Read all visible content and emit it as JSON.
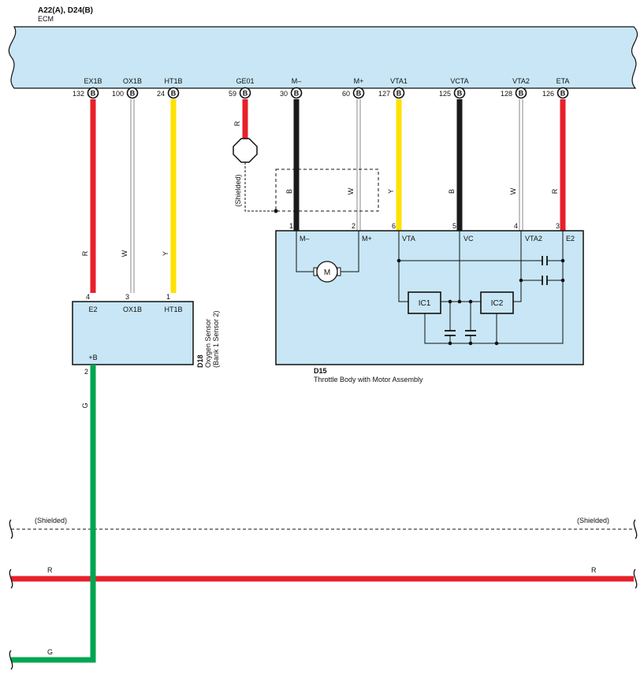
{
  "header": {
    "connector_ids": "A22(A), D24(B)",
    "ecm_label": "ECM"
  },
  "ecm_pins": [
    {
      "name": "EX1B",
      "num": "132",
      "conn": "B"
    },
    {
      "name": "OX1B",
      "num": "100",
      "conn": "B"
    },
    {
      "name": "HT1B",
      "num": "24",
      "conn": "B"
    },
    {
      "name": "GE01",
      "num": "59",
      "conn": "B"
    },
    {
      "name": "M–",
      "num": "30",
      "conn": "B"
    },
    {
      "name": "M+",
      "num": "60",
      "conn": "B"
    },
    {
      "name": "VTA1",
      "num": "127",
      "conn": "B"
    },
    {
      "name": "VCTA",
      "num": "125",
      "conn": "B"
    },
    {
      "name": "VTA2",
      "num": "128",
      "conn": "B"
    },
    {
      "name": "ETA",
      "num": "126",
      "conn": "B"
    }
  ],
  "wire_colors": {
    "ex1b": "R",
    "ox1b": "W",
    "ht1b": "Y",
    "ge01": "R",
    "m_minus": "B",
    "m_plus": "W",
    "vta1": "Y",
    "vcta": "B",
    "vta2": "W",
    "eta": "R",
    "sensor_b": "G"
  },
  "colors": {
    "red": "#e8202a",
    "yellow": "#ffe100",
    "black": "#1a1a1a",
    "green": "#00a651",
    "white_wire": "#999999",
    "component_fill": "#c8e6f5"
  },
  "shield_label": "(Shielded)",
  "throttle": {
    "id": "D15",
    "name": "Throttle Body with Motor Assembly",
    "pin_nums": [
      "1",
      "2",
      "6",
      "5",
      "4",
      "3"
    ],
    "pin_names": [
      "M–",
      "M+",
      "VTA",
      "VC",
      "VTA2",
      "E2"
    ],
    "motor": "M",
    "ic1": "IC1",
    "ic2": "IC2"
  },
  "o2_sensor": {
    "id": "D18",
    "name": "Oxygen Sensor",
    "sub": "(Bank 1 Sensor 2)",
    "pin_nums": [
      "4",
      "3",
      "1"
    ],
    "pin_names": [
      "E2",
      "OX1B",
      "HT1B"
    ],
    "bottom_pin_num": "2",
    "bottom_pin_name": "+B"
  },
  "bus": {
    "shield_left": "(Shielded)",
    "shield_right": "(Shielded)",
    "red_left": "R",
    "red_right": "R",
    "green_left": "G"
  }
}
